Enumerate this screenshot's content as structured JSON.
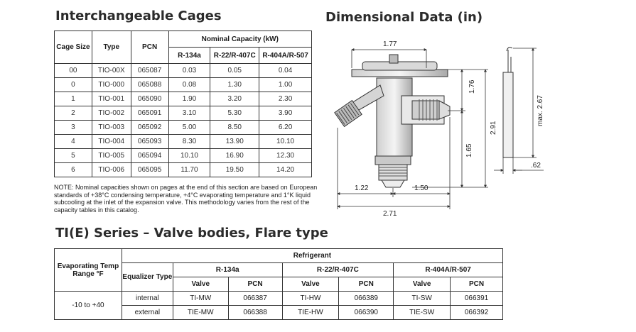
{
  "cages": {
    "title": "Interchangeable Cages",
    "headers": {
      "cage_size": "Cage Size",
      "type": "Type",
      "pcn": "PCN",
      "nominal_capacity": "Nominal Capacity (kW)",
      "r134a": "R-134a",
      "r22": "R-22/R-407C",
      "r404": "R-404A/R-507"
    },
    "rows": [
      [
        "00",
        "TIO-00X",
        "065087",
        "0.03",
        "0.05",
        "0.04"
      ],
      [
        "0",
        "TIO-000",
        "065088",
        "0.08",
        "1.30",
        "1.00"
      ],
      [
        "1",
        "TIO-001",
        "065090",
        "1.90",
        "3.20",
        "2.30"
      ],
      [
        "2",
        "TIO-002",
        "065091",
        "3.10",
        "5.30",
        "3.90"
      ],
      [
        "3",
        "TIO-003",
        "065092",
        "5.00",
        "8.50",
        "6.20"
      ],
      [
        "4",
        "TIO-004",
        "065093",
        "8.30",
        "13.90",
        "10.10"
      ],
      [
        "5",
        "TIO-005",
        "065094",
        "10.10",
        "16.90",
        "12.30"
      ],
      [
        "6",
        "TIO-006",
        "065095",
        "11.70",
        "19.50",
        "14.20"
      ]
    ],
    "note": "NOTE: Nominal capacities shown on pages at the end of this section are based on European standards of +38°C condensing temperature, +4°C evaporating temperature and 1°K liquid subcooling at the inlet of the expansion valve. This methodology varies from the rest of the capacity tables in this catalog."
  },
  "dimensional": {
    "title": "Dimensional Data (in)",
    "dims": {
      "top_width": "1.77",
      "upper_height": "1.76",
      "total_height": "2.91",
      "lower_height": "1.65",
      "left_width": "1.22",
      "right_width": "1.50",
      "overall_width": "2.71",
      "bulb_length": "max. 2.67",
      "bulb_diameter": ".62"
    }
  },
  "series": {
    "title": "TI(E) Series – Valve bodies, Flare type",
    "headers": {
      "evap": "Evaporating Temp Range °F",
      "refrigerant": "Refrigerant",
      "equalizer": "Equalizer Type",
      "r134a": "R-134a",
      "r22": "R-22/R-407C",
      "r404": "R-404A/R-507",
      "valve": "Valve",
      "pcn": "PCN"
    },
    "range": "-10 to +40",
    "rows": [
      [
        "internal",
        "TI-MW",
        "066387",
        "TI-HW",
        "066389",
        "TI-SW",
        "066391"
      ],
      [
        "external",
        "TIE-MW",
        "066388",
        "TIE-HW",
        "066390",
        "TIE-SW",
        "066392"
      ]
    ]
  }
}
